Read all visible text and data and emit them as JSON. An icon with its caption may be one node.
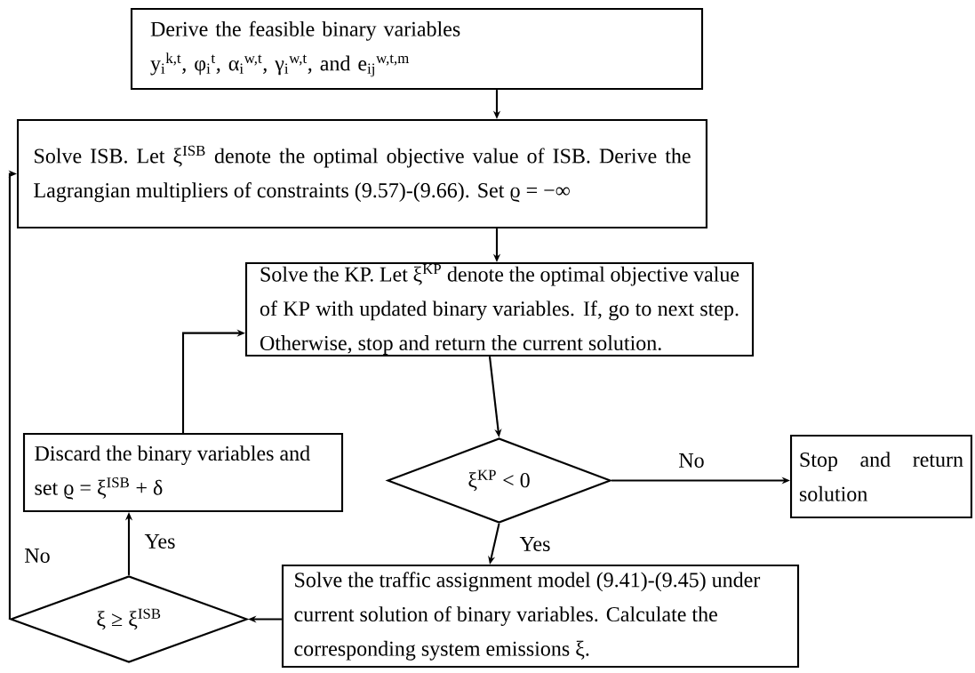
{
  "diagram": {
    "nodes": [
      {
        "text": [
          "Derive the feasible binary variables y$_{i}$$^{k,t}$, φ$_{i}$$^{t}$, α$_{i}$$^{w,t}$, γ$_{i}$$^{w,t}$, and e$_{ij}$$^{w,t,m}$"
        ]
      },
      {
        "text": [
          "Solve ISB. Let ξ$^{ISB}$ denote the optimal objective value of ISB. Derive the Lagrangian multipliers of constraints (9.57)-(9.66). Set ϱ = −∞"
        ]
      },
      {
        "text": [
          "Solve the KP. Let ξ$^{KP}$ denote the optimal objective value of KP with updated binary variables. If, go to next step. Otherwise, stop and return the current solution."
        ]
      },
      {
        "text": [
          "Discard the binary variables and set ϱ = ξ$^{ISB}$ + δ"
        ]
      },
      {
        "text": [
          "ξ$^{KP}$ < 0"
        ]
      },
      {
        "text": [
          "Stop and return solution"
        ]
      },
      {
        "text": [
          "Solve the traffic assignment model (9.41)-(9.45) under current solution of binary variables. Calculate the corresponding system emissions ξ."
        ]
      },
      {
        "text": [
          "ξ ≥ ξ$^{ISB}$"
        ]
      }
    ],
    "edges": [
      {
        "from": 0,
        "to": 1,
        "arrow": "to"
      },
      {
        "from": 1,
        "to": 2,
        "arrow": "to"
      },
      {
        "from": 2,
        "to": 4,
        "arrow": "to"
      },
      {
        "from": 4,
        "to": 5,
        "arrow": "to",
        "label": "No"
      },
      {
        "from": 4,
        "to": 6,
        "arrow": "to",
        "label": "Yes"
      },
      {
        "from": 6,
        "to": 7,
        "arrow": "to"
      },
      {
        "from": 7,
        "to": 3,
        "arrow": "to",
        "label": "Yes"
      },
      {
        "from": 3,
        "to": 2,
        "arrow": "to"
      },
      {
        "from": 7,
        "to": 1,
        "arrow": "to",
        "label": "No"
      }
    ]
  }
}
